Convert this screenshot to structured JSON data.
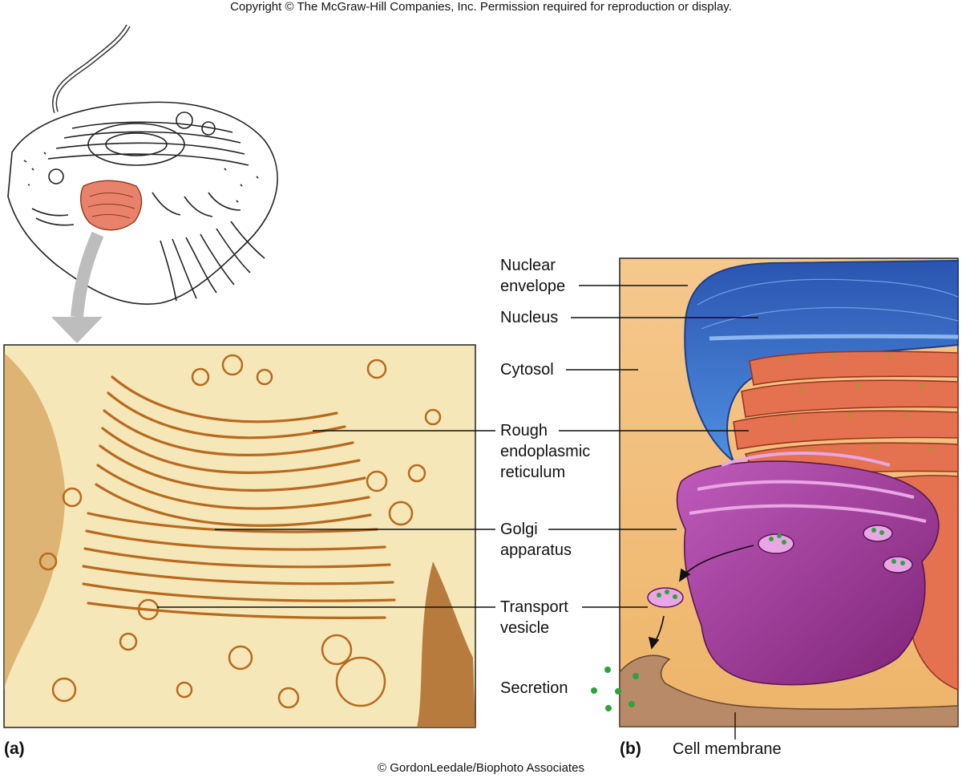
{
  "copyright": "Copyright © The McGraw-Hill Companies, Inc. Permission required for reproduction or display.",
  "credit": "© GordonLeedale/Biophoto Associates",
  "panels": {
    "a": "(a)",
    "b": "(b)"
  },
  "labels": {
    "nuclear_envelope": [
      "Nuclear",
      "envelope"
    ],
    "nucleus": "Nucleus",
    "cytosol": "Cytosol",
    "rough_er": [
      "Rough",
      "endoplasmic",
      "reticulum"
    ],
    "golgi": [
      "Golgi",
      "apparatus"
    ],
    "transport_vesicle": [
      "Transport",
      "vesicle"
    ],
    "secretion": "Secretion",
    "cell_membrane": "Cell membrane"
  },
  "colors": {
    "micrograph_bg": "#f5e7b8",
    "membrane_brown": "#b86a1e",
    "cytosol": "#f3c07e",
    "nucleus_blue": "#3d6fc0",
    "rer_red": "#e4714f",
    "golgi_purple": "#a23c9c",
    "vesicle_green": "#2aa43c",
    "highlight": "#e8826a"
  }
}
